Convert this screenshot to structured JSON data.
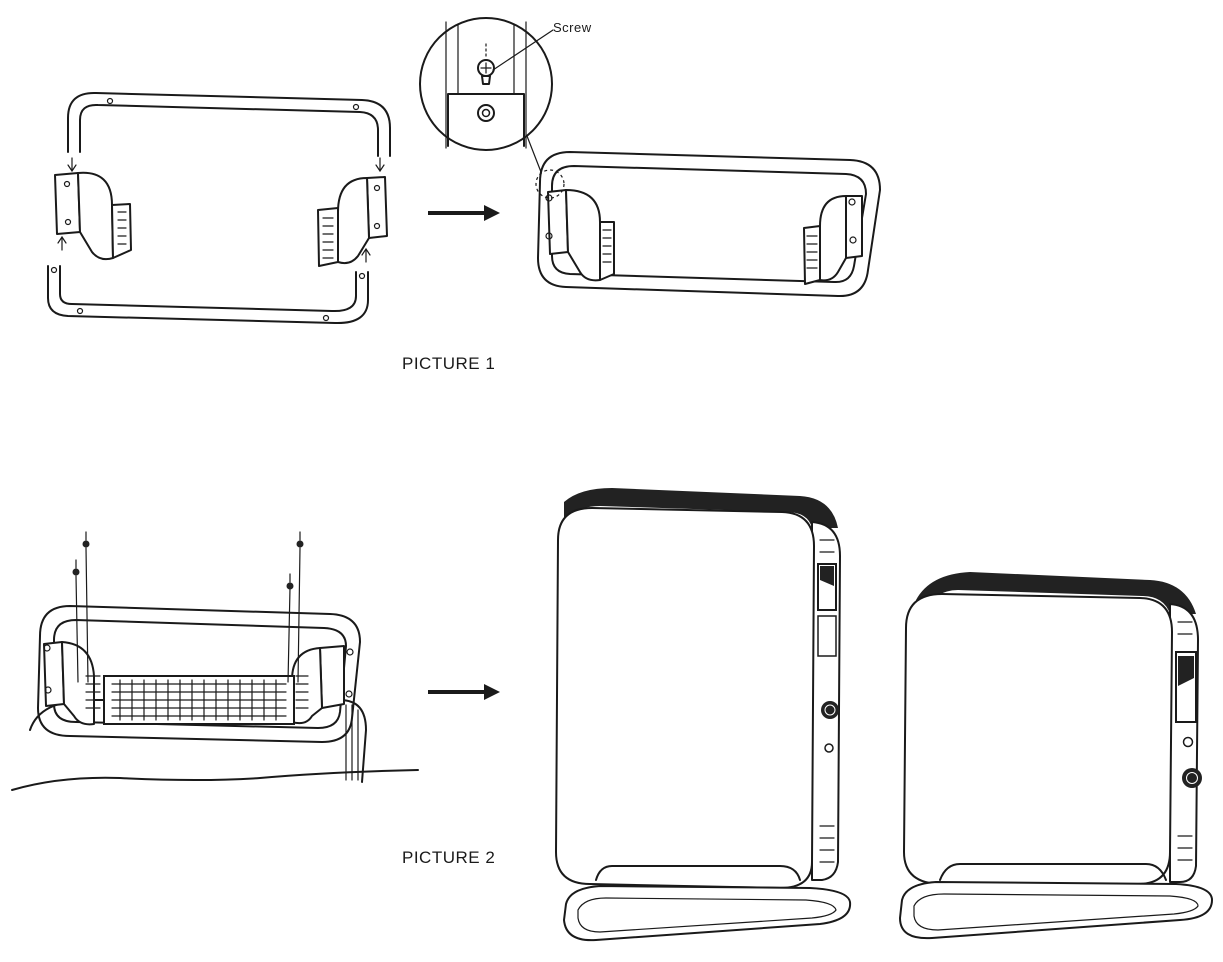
{
  "labels": {
    "picture_1": "PICTURE 1",
    "picture_2": "PICTURE 2",
    "screw": "Screw"
  },
  "colors": {
    "line": "#1a1a1a",
    "background": "#ffffff",
    "top_vent": "#222222"
  },
  "icons": {
    "step_arrow": "right-arrow-icon",
    "screw": "screw-icon"
  }
}
